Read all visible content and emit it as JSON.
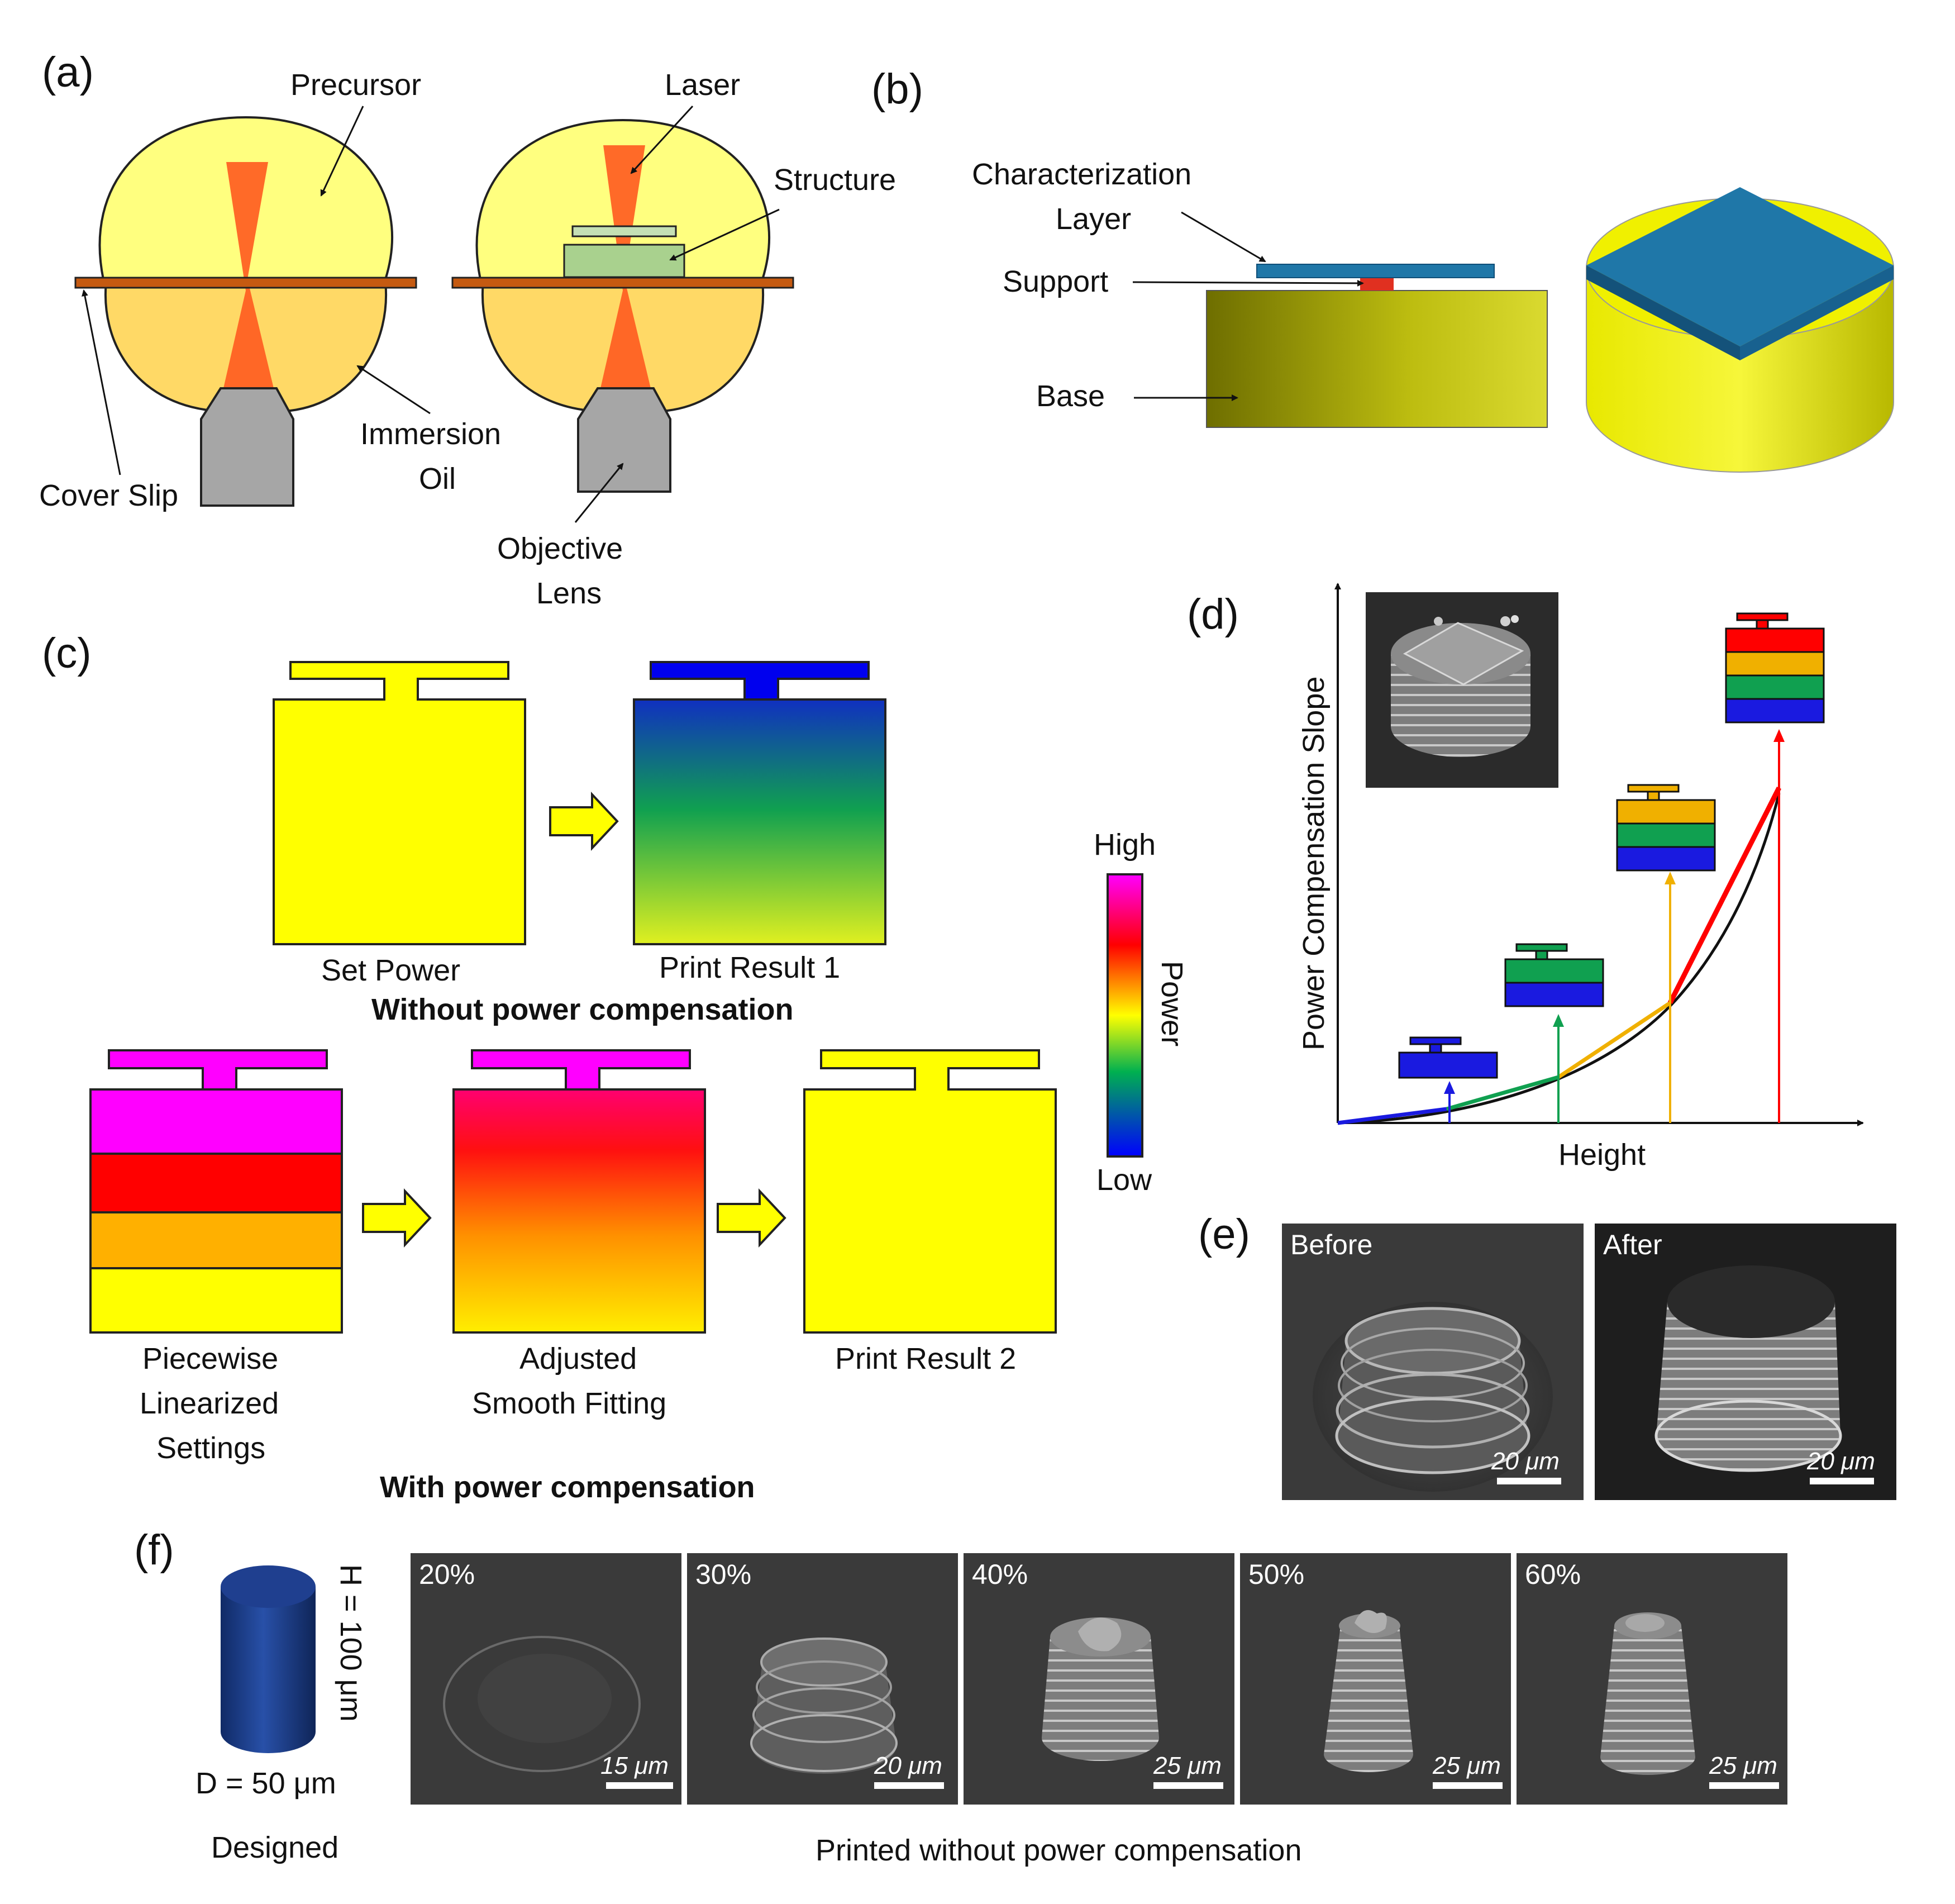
{
  "panels": {
    "a": "(a)",
    "b": "(b)",
    "c": "(c)",
    "d": "(d)",
    "e": "(e)",
    "f": "(f)"
  },
  "panel_a": {
    "precursor": "Precursor",
    "laser": "Laser",
    "structure": "Structure",
    "immersion_oil_1": "Immersion",
    "immersion_oil_2": "Oil",
    "cover_slip": "Cover Slip",
    "objective_lens_1": "Objective",
    "objective_lens_2": "Lens"
  },
  "panel_b": {
    "characterization_layer_1": "Characterization",
    "characterization_layer_2": "Layer",
    "support": "Support",
    "base": "Base"
  },
  "panel_c": {
    "set_power": "Set Power",
    "print_result_1": "Print Result 1",
    "without_label": "Without power compensation",
    "piecewise_1": "Piecewise",
    "piecewise_2": "Linearized",
    "piecewise_3": "Settings",
    "adjusted_1": "Adjusted",
    "adjusted_2": "Smooth Fitting",
    "print_result_2": "Print Result 2",
    "with_label": "With power compensation",
    "colorbar_high": "High",
    "colorbar_low": "Low",
    "colorbar_title": "Power"
  },
  "panel_d": {
    "xlabel": "Height",
    "ylabel": "Power Compensation Slope"
  },
  "panel_e": {
    "before": "Before",
    "after": "After",
    "scale_before": "20 μm",
    "scale_after": "20 μm"
  },
  "panel_f": {
    "height_label": "H = 100 μm",
    "diameter_label": "D = 50 μm",
    "designed": "Designed",
    "printed_caption": "Printed without power compensation",
    "images": [
      {
        "percent": "20%",
        "scale": "15 μm"
      },
      {
        "percent": "30%",
        "scale": "20 μm"
      },
      {
        "percent": "40%",
        "scale": "25 μm"
      },
      {
        "percent": "50%",
        "scale": "25 μm"
      },
      {
        "percent": "60%",
        "scale": "25 μm"
      }
    ]
  },
  "colors": {
    "precursor": "#FFFF7F",
    "immersion_oil": "#FFD966",
    "laser": "#FF5A1F",
    "cover_slip": "#C55A11",
    "structure": "#A9D18E",
    "base": "#C8C800",
    "char_layer": "#1F77A8",
    "support": "#E03020",
    "low": "#0000FF",
    "high": "#FF00FF",
    "cylinder": "#1F3F8F"
  }
}
